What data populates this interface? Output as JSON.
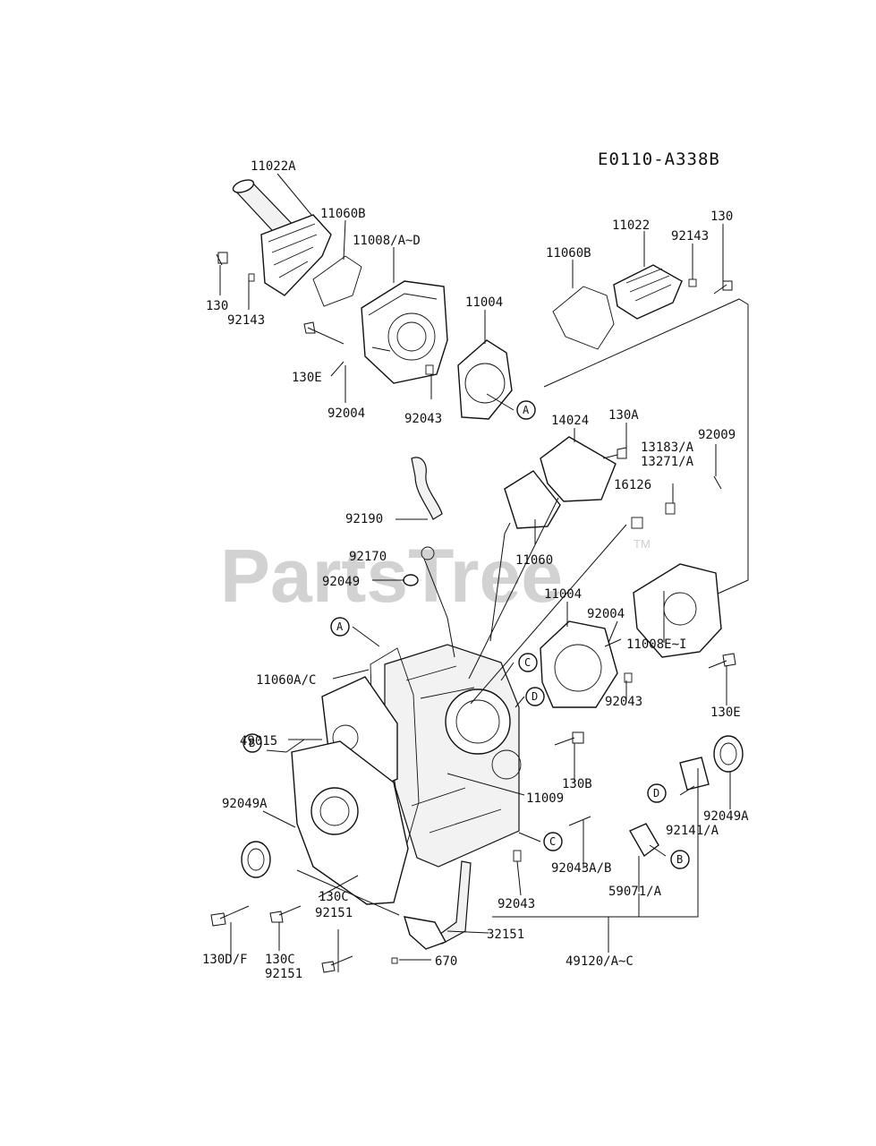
{
  "diagram_code": "E0110-A338B",
  "watermark": {
    "brand": "PartsTree",
    "trademark": "TM"
  },
  "callouts": {
    "a1": "A",
    "a2": "A",
    "b1": "B",
    "b2": "B",
    "c1": "C",
    "c2": "C",
    "d1": "D",
    "d2": "D"
  },
  "parts": {
    "p11022A": "11022A",
    "p11060B_1": "11060B",
    "p11008AD": "11008/A~D",
    "p130_1": "130",
    "p92143_1": "92143",
    "p11004_1": "11004",
    "p130E_1": "130E",
    "p92004_1": "92004",
    "p92043_1": "92043",
    "p11060B_2": "11060B",
    "p11022": "11022",
    "p92143_2": "92143",
    "p130_2": "130",
    "p14024": "14024",
    "p130A": "130A",
    "p13183A": "13183/A",
    "p13271A": "13271/A",
    "p92009": "92009",
    "p16126": "16126",
    "p92190": "92190",
    "p92170": "92170",
    "p11060": "11060",
    "p92049": "92049",
    "p11004_2": "11004",
    "p92004_2": "92004",
    "p11060AC": "11060A/C",
    "p11008EI": "11008E~I",
    "p49015": "49015",
    "p92043_2": "92043",
    "p130E_2": "130E",
    "p130B": "130B",
    "p11009": "11009",
    "p92049A_1": "92049A",
    "p92049A_2": "92049A",
    "p92141A": "92141/A",
    "p92043AB": "92043A/B",
    "p92043_3": "92043",
    "p59071A": "59071/A",
    "p130C_1": "130C",
    "p92151_1": "92151",
    "p32151": "32151",
    "p130DF": "130D/F",
    "p130C_2": "130C",
    "p92151_2": "92151",
    "p670": "670",
    "p49120AC": "49120/A~C"
  }
}
